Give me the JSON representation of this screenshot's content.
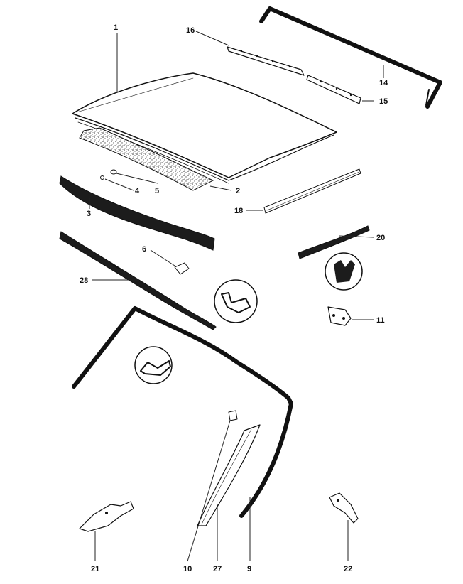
{
  "colors": {
    "ink": "#111111",
    "seal": "#1c1c1c",
    "paper": "#ffffff",
    "headliner": "#8a8a8a"
  },
  "labels": {
    "p1": "1",
    "p2": "2",
    "p3": "3",
    "p4": "4",
    "p5": "5",
    "p6": "6",
    "p9": "9",
    "p10": "10",
    "p11": "11",
    "p14": "14",
    "p15": "15",
    "p16": "16",
    "p18": "18",
    "p20": "20",
    "p21": "21",
    "p22": "22",
    "p27": "27",
    "p28": "28"
  }
}
